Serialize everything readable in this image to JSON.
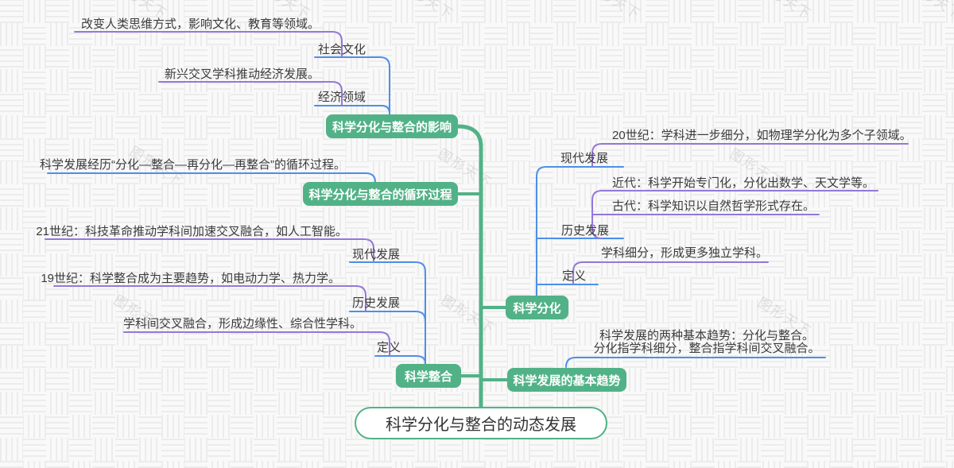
{
  "watermark": {
    "text": "图形天下"
  },
  "colors": {
    "background": "#f9f9f9",
    "branch_green": "#52b287",
    "link_blue": "#4e8fe9",
    "link_purple": "#9577d9",
    "node_text": "#ffffff",
    "text": "#3b3b3b"
  },
  "root": {
    "label": "科学分化与整合的动态发展"
  },
  "branches": [
    {
      "label": "科学分化与整合的影响",
      "children": [
        {
          "label": "社会文化",
          "children": [
            {
              "label": "改变人类思维方式，影响文化、教育等领域。"
            }
          ]
        },
        {
          "label": "经济领域",
          "children": [
            {
              "label": "新兴交叉学科推动经济发展。"
            }
          ]
        }
      ]
    },
    {
      "label": "科学分化与整合的循环过程",
      "children": [
        {
          "label": "科学发展经历“分化—整合—再分化—再整合”的循环过程。"
        }
      ]
    },
    {
      "label": "科学分化",
      "children": [
        {
          "label": "现代发展",
          "children": [
            {
              "label": "20世纪：学科进一步细分，如物理学分化为多个子领域。"
            }
          ]
        },
        {
          "label": "历史发展",
          "children": [
            {
              "label": "近代：科学开始专门化，分化出数学、天文学等。"
            },
            {
              "label": "古代：科学知识以自然哲学形式存在。"
            }
          ]
        },
        {
          "label": "定义",
          "children": [
            {
              "label": "学科细分，形成更多独立学科。"
            }
          ]
        }
      ]
    },
    {
      "label": "科学整合",
      "children": [
        {
          "label": "现代发展",
          "children": [
            {
              "label": "21世纪：科技革命推动学科间加速交叉融合，如人工智能。"
            }
          ]
        },
        {
          "label": "历史发展",
          "children": [
            {
              "label": "19世纪：科学整合成为主要趋势，如电动力学、热力学。"
            }
          ]
        },
        {
          "label": "定义",
          "children": [
            {
              "label": "学科间交叉融合，形成边缘性、综合性学科。"
            }
          ]
        }
      ]
    },
    {
      "label": "科学发展的基本趋势",
      "children": [
        {
          "line1": "科学发展的两种基本趋势：分化与整合。",
          "line2": "分化指学科细分，整合指学科间交叉融合。"
        }
      ]
    }
  ]
}
